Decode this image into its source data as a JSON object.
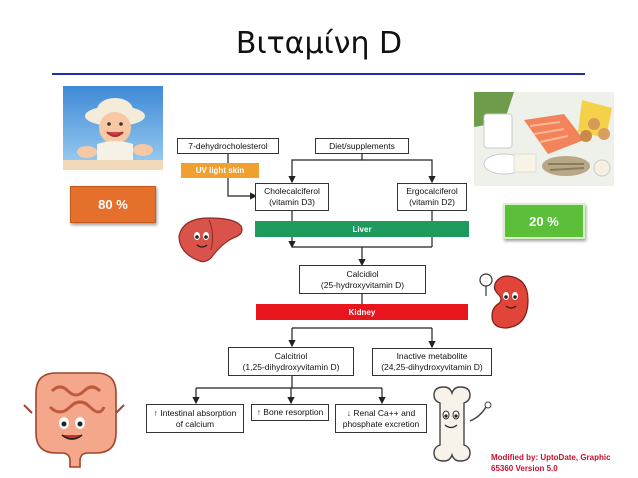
{
  "title": "Βιταμίνη D",
  "badges": {
    "left": "80 %",
    "right": "20 %"
  },
  "boxes": {
    "dehydro": "7-dehydrocholesterol",
    "diet": "Diet/supplements",
    "chole_1": "Cholecalciferol",
    "chole_2": "(vitamin D3)",
    "ergo_1": "Ergocalciferol",
    "ergo_2": "(vitamin D2)",
    "calcidiol_1": "Calcidiol",
    "calcidiol_2": "(25-hydroxyvitamin D)",
    "calcitriol_1": "Calcitriol",
    "calcitriol_2": "(1,25-dihydroxyvitamin D)",
    "inactive_1": "Inactive metabolite",
    "inactive_2": "(24,25-dihydroxyvitamin D)",
    "intestinal_1": "↑ Intestinal absorption",
    "intestinal_2": "of calcium",
    "bone": "↑ Bone resorption",
    "renal_1": "↓ Renal Ca++ and",
    "renal_2": "phosphate excretion"
  },
  "bars": {
    "uv": "UV light skin",
    "liver": "Liver",
    "kidney": "Kidney"
  },
  "credit": {
    "line1": "Modified by: UptoDate, Graphic",
    "line2": "65360 Version 5.0"
  },
  "colors": {
    "title_rule": "#1f2fa6",
    "badge_orange": "#e5702b",
    "badge_green": "#5bbf3a",
    "uv_bar": "#f0a030",
    "liver_bar": "#1e9a5c",
    "kidney_bar": "#e8151d",
    "credit": "#c8102e"
  },
  "icons": {
    "baby_photo": "baby-photo-icon",
    "food_photo": "food-photo-icon",
    "liver": "liver-icon",
    "kidney": "kidney-icon",
    "intestine": "intestine-icon",
    "bone": "bone-icon"
  }
}
